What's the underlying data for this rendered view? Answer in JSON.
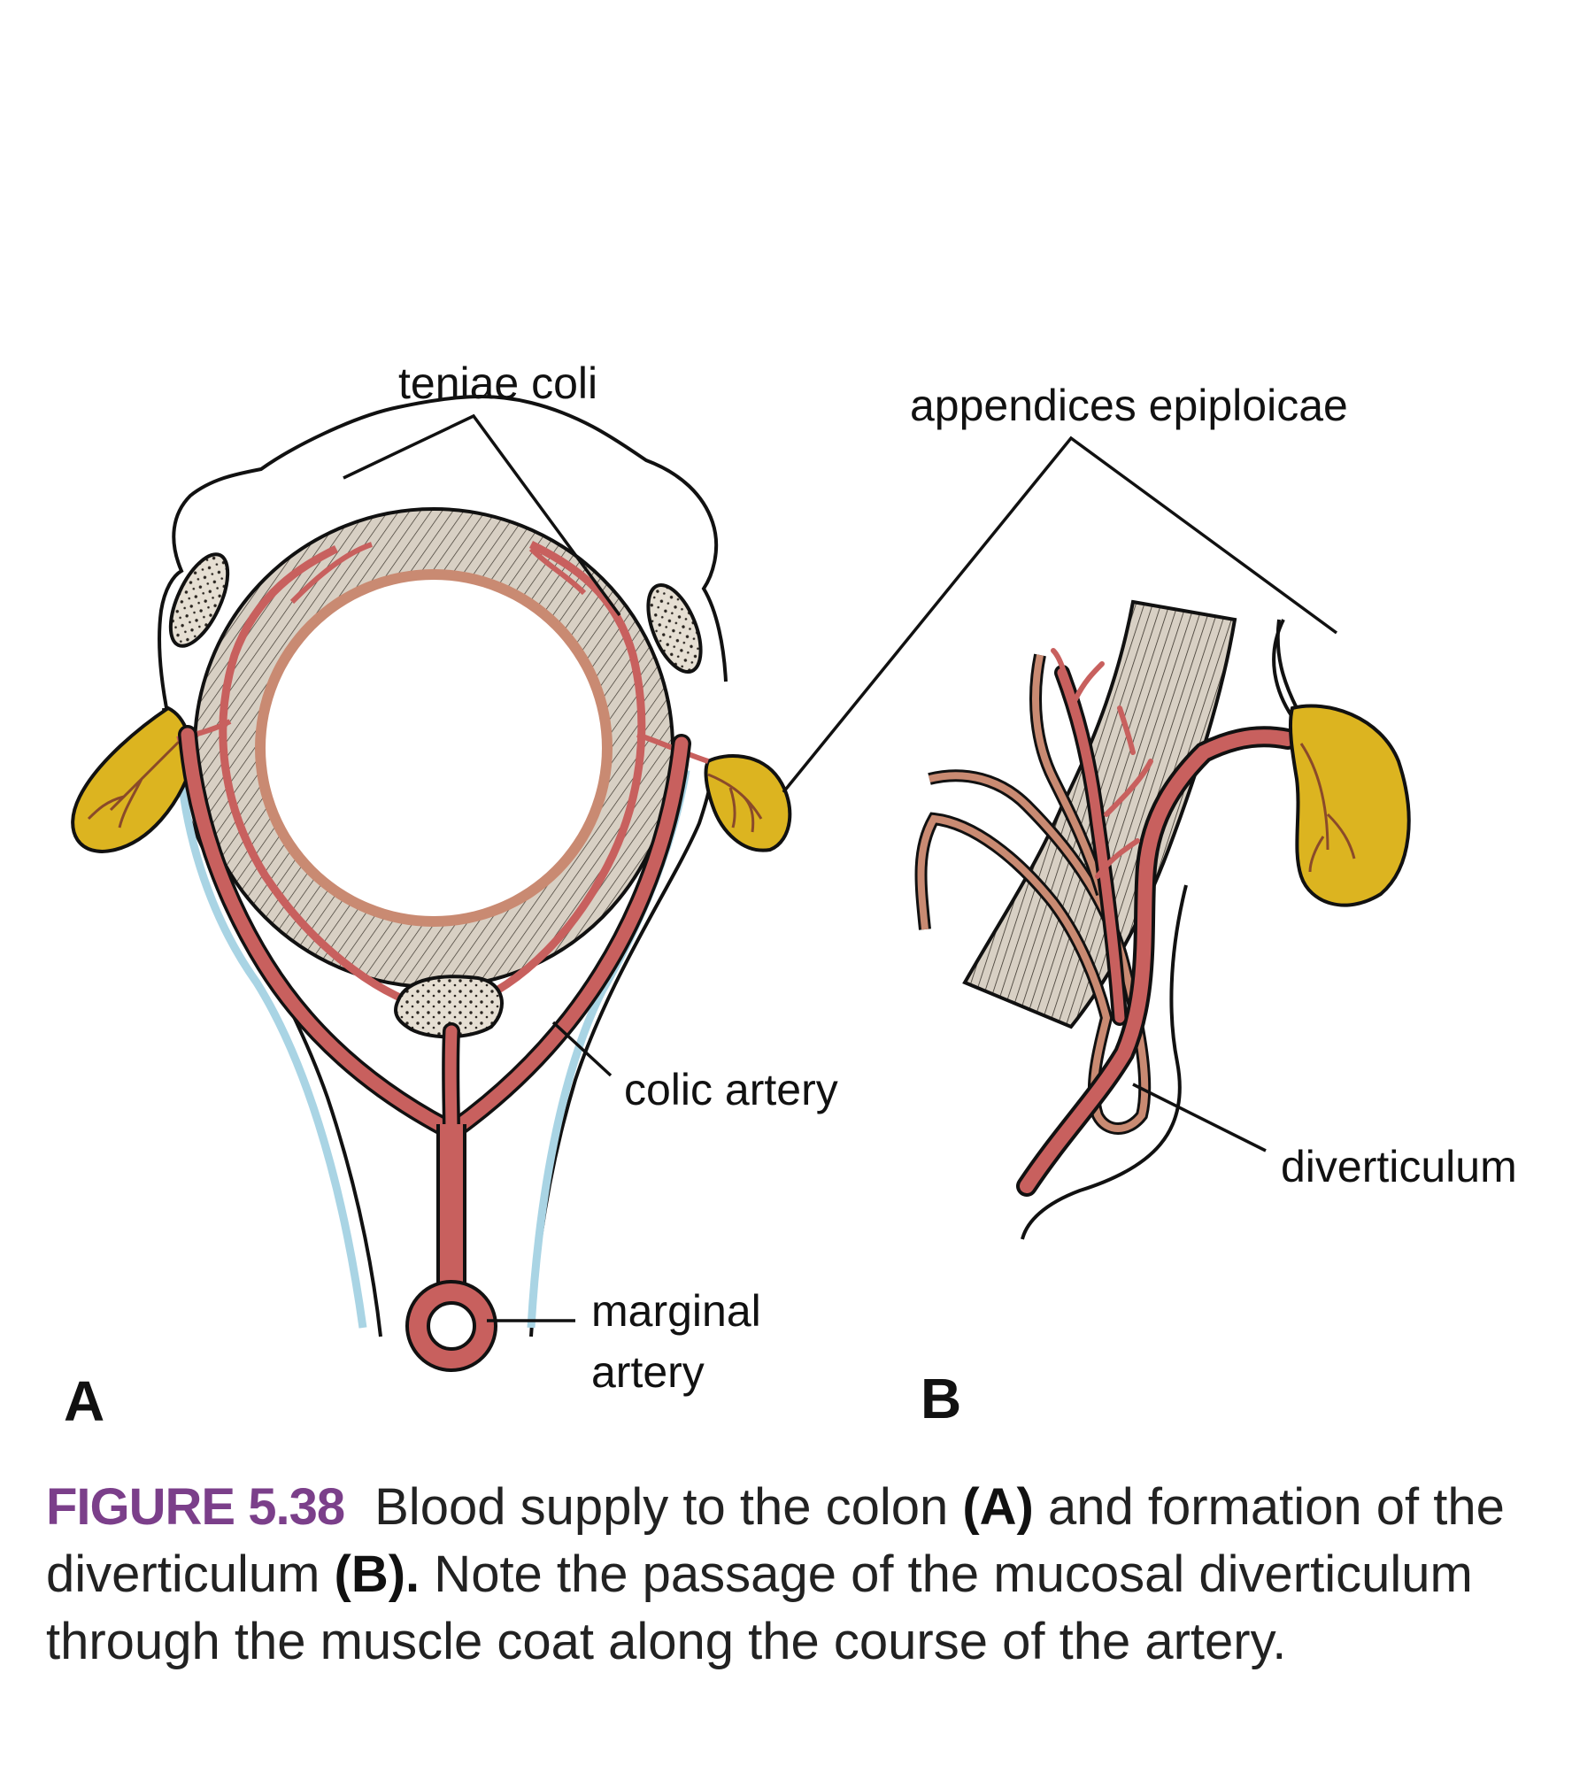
{
  "labels": {
    "teniae_coli": "teniae coli",
    "appendices_epiploicae": "appendices epiploicae",
    "colic_artery": "colic artery",
    "marginal_artery_line1": "marginal",
    "marginal_artery_line2": "artery",
    "diverticulum": "diverticulum",
    "panel_a": "A",
    "panel_b": "B"
  },
  "caption": {
    "figure_number": "FIGURE 5.38",
    "text_1": "Blood supply to the colon ",
    "bold_a": "(A)",
    "text_2": " and formation of the diverticulum ",
    "bold_b": "(B).",
    "text_3": " Note the passage of the mucosal diverticulum through the muscle coat along the course of the artery."
  },
  "colors": {
    "artery": "#c8605e",
    "muscle": "#d8d0c4",
    "mucosa": "#c98a72",
    "fat": "#dcb420",
    "vein": "#a9d4e4",
    "outline": "#111111",
    "figure_number": "#7b3f8a"
  }
}
